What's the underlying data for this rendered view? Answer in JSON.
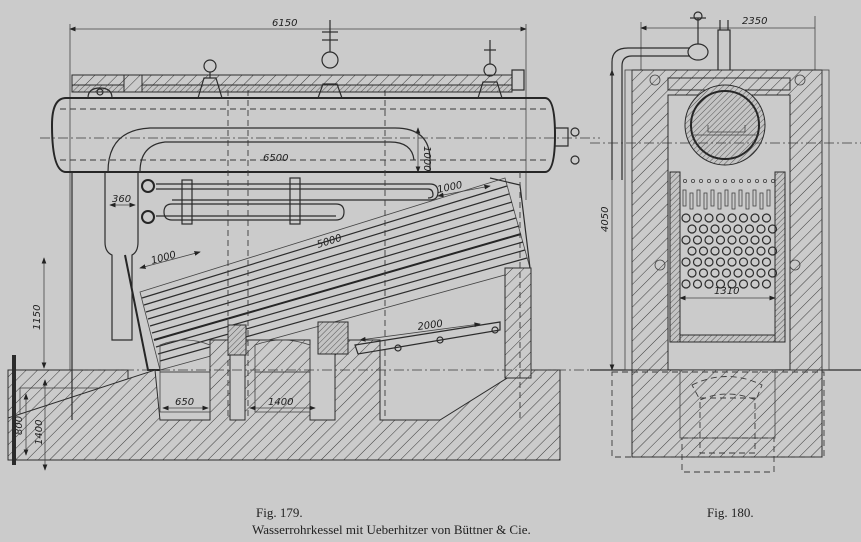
{
  "figures": [
    {
      "id": "fig-179",
      "label": "Fig. 179.",
      "view": "Längsschnitt"
    },
    {
      "id": "fig-180",
      "label": "Fig. 180.",
      "view": "Querschnitt"
    }
  ],
  "caption": "Wasserrohrkessel mit Ueberhitzer von Büttner & Cie.",
  "dimensions": {
    "fig179": {
      "overall_length": "6150",
      "drum_length": "6500",
      "drum_height": "1000",
      "header_width": "360",
      "tube_length": "5000",
      "tube_offset_left": "1000",
      "tube_offset_right": "1000",
      "grate_length": "2000",
      "front_height": "1150",
      "ash_pit_depth": "800",
      "foundation_height": "1400",
      "door_width_1": "650",
      "door_width_2": "1400"
    },
    "fig180": {
      "top_width": "2350",
      "total_height": "4050",
      "tube_bank_width": "1310"
    }
  },
  "colors": {
    "paper": "#cbcbcb",
    "ink": "#2c2c2c"
  }
}
